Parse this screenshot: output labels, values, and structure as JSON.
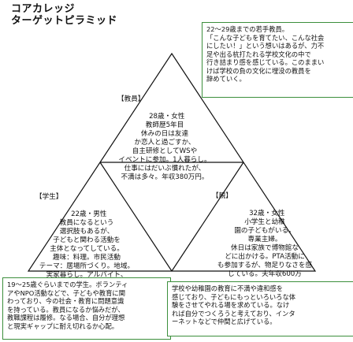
{
  "title": "コアカレッジ\nターゲットピラミッド",
  "top_note": "22〜29歳までの若手教員。\n「こんな子どもを育てたい、こんな社会\nにしたい！」という想いはあるが、力不\n足や出る杭打たれる学校文化の中で\n行き詰まり感を感じている。このままい\nけば学校の負の文化に埋没の教員を\n辞めていく。",
  "segments": {
    "teacher": {
      "header": "【教員】",
      "body": "28歳・女性\n教師歴5年目\n休みの日は友達\nか恋人と過ごすか、\n自主研修としてWSや\nイベントに参加。1人暮らし。\n仕事にはだいぶ慣れたが、\n不満は多々。年収380万円。"
    },
    "student": {
      "header": "【学生】",
      "body": "22歳・男性\n教員になるという\n選択肢もあるが、\n子どもと関わる活動を\n主体となってしている。\n趣味：料理。市民活動\nテーマ：居場所づくり。地域。\n実家暮らし。アルバイト、\n年収100万円程度。"
    },
    "parent": {
      "header": "【親】",
      "body": "32歳・女性\n小学生と幼稚\n園の子どもがいる。\n専業主婦。\n休日は家族で博物館な\nどに出かける。PTA活動に\nも参加するが、物足りなさを感\nじている。夫年収600万"
    }
  },
  "bottom_left_note": "19〜25歳ぐらいまでの学生。ボランティ\nアやNPO活動などで、子どもや教育に関\nわっており、今の社会・教育に問題意識\nを持っている。教員になるか悩みだが、\n教職課程は履修。なる場合、自分が理想\nと現実ギャップに耐え切れるか心配。",
  "bottom_right_note": "学校や幼稚園の教育に不満や違和感を\n感じており、子どもにもっといろいろな体\n験をさせてやれる場を求めている。なけ\nれば自分でつくろうと考えており、インタ\nーネットなどで仲間と広げている。"
}
